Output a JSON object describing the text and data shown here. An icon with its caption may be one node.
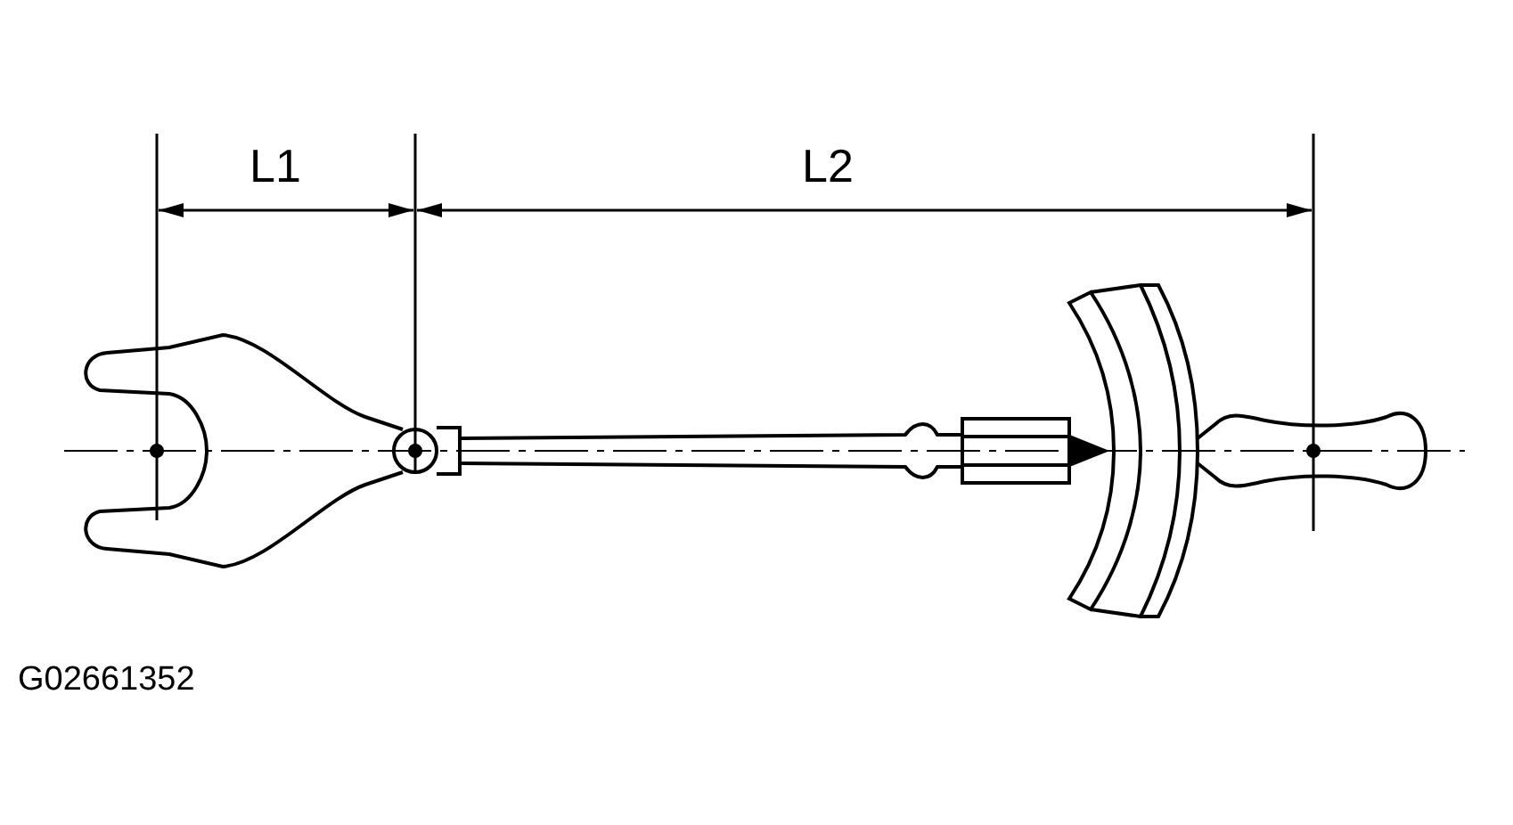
{
  "diagram": {
    "labels": [
      "L1",
      "L2",
      "G02661352"
    ]
  }
}
